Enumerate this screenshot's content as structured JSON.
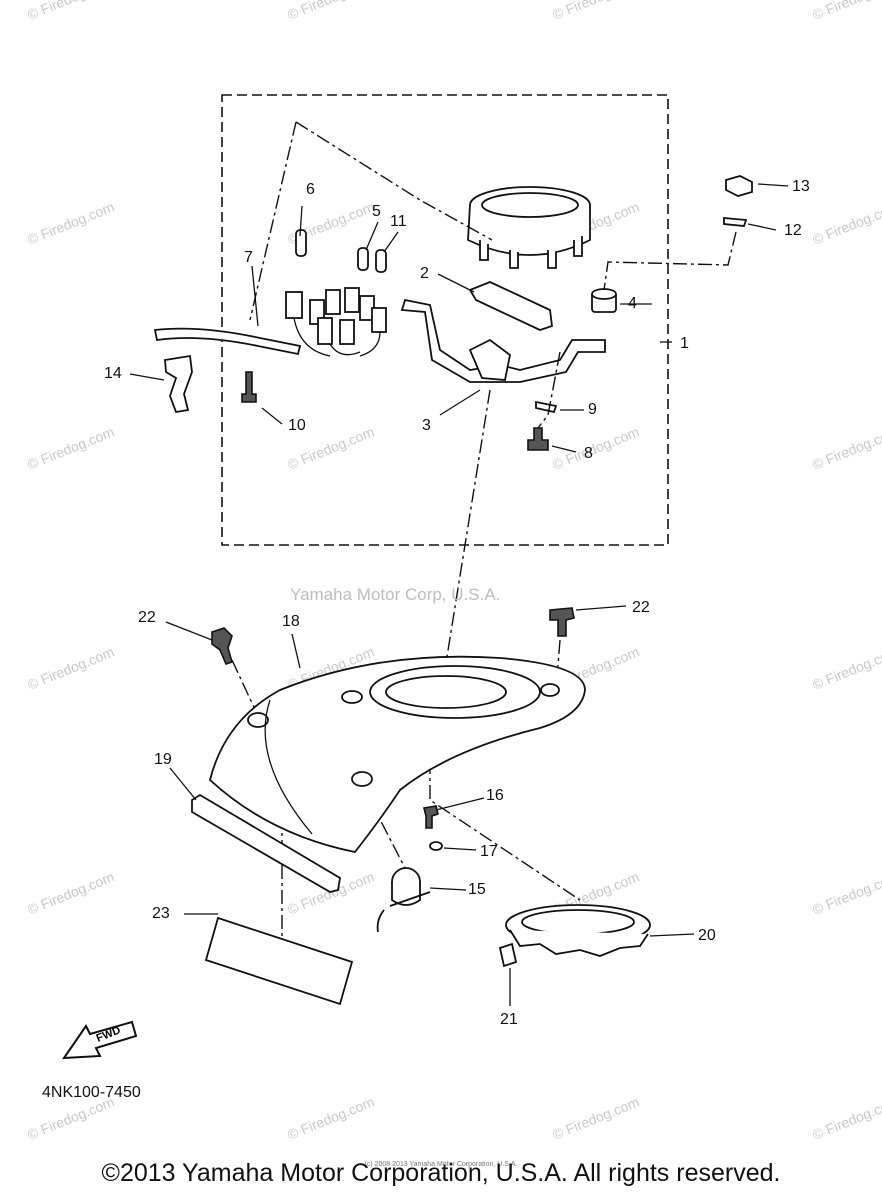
{
  "diagram_code": "4NK100-7450",
  "copyright": "©2013 Yamaha Motor Corporation, U.S.A. All rights reserved.",
  "copyright_small": "(c) 2008 2013 Yamaha Motor Corporation, U.S.A.",
  "maker_watermark": "Yamaha Motor Corp, U.S.A.",
  "site_watermark": "© Firedog.com",
  "fwd_label": "FWD",
  "callouts": [
    "1",
    "2",
    "3",
    "4",
    "5",
    "6",
    "7",
    "8",
    "9",
    "10",
    "11",
    "12",
    "13",
    "14",
    "15",
    "16",
    "17",
    "18",
    "19",
    "20",
    "21",
    "22",
    "22",
    "23"
  ]
}
